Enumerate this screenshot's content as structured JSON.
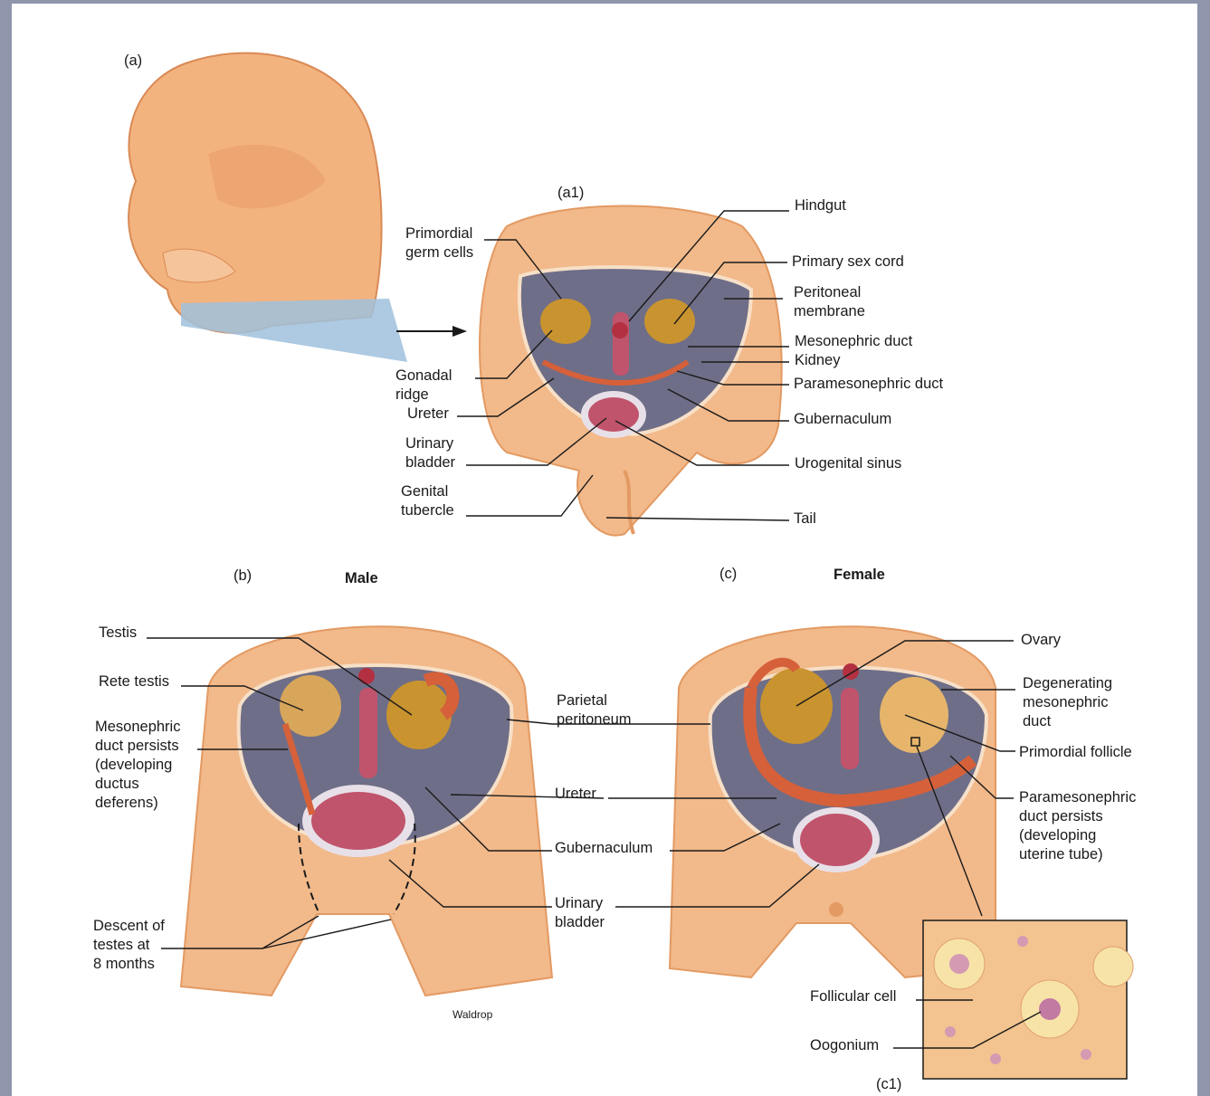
{
  "panels": {
    "a": "(a)",
    "a1": "(a1)",
    "b": "(b)",
    "b_title": "Male",
    "c": "(c)",
    "c_title": "Female",
    "c1": "(c1)"
  },
  "labels_a1": {
    "primordial_germ_cells": "Primordial\ngerm cells",
    "gonadal_ridge": "Gonadal\nridge",
    "ureter": "Ureter",
    "urinary_bladder": "Urinary\nbladder",
    "genital_tubercle": "Genital\ntubercle",
    "hindgut": "Hindgut",
    "primary_sex_cord": "Primary sex cord",
    "peritoneal_membrane": "Peritoneal\nmembrane",
    "mesonephric_duct": "Mesonephric duct",
    "kidney": "Kidney",
    "paramesonephric_duct": "Paramesonephric duct",
    "gubernaculum": "Gubernaculum",
    "urogenital_sinus": "Urogenital sinus",
    "tail": "Tail"
  },
  "labels_b": {
    "testis": "Testis",
    "rete_testis": "Rete testis",
    "mesonephric_persists": "Mesonephric\nduct persists\n(developing\nductus\ndeferens)",
    "descent": "Descent of\ntestes at\n8 months",
    "artist": "Waldrop"
  },
  "labels_shared": {
    "parietal_peritoneum": "Parietal\nperitoneum",
    "ureter": "Ureter",
    "gubernaculum": "Gubernaculum",
    "urinary_bladder": "Urinary\nbladder"
  },
  "labels_c": {
    "ovary": "Ovary",
    "degenerating": "Degenerating\nmesonephric\nduct",
    "primordial_follicle": "Primordial follicle",
    "paramesonephric_persists": "Paramesonephric\nduct persists\n(developing\nuterine tube)",
    "follicular_cell": "Follicular cell",
    "oogonium": "Oogonium"
  },
  "colors": {
    "skin": "#f2b98a",
    "skin_dark": "#e39a63",
    "cavity": "#6e6e88",
    "gonad": "#c9932f",
    "duct": "#d6603a",
    "bladder": "#c0546c",
    "background": "#8f95ab"
  }
}
